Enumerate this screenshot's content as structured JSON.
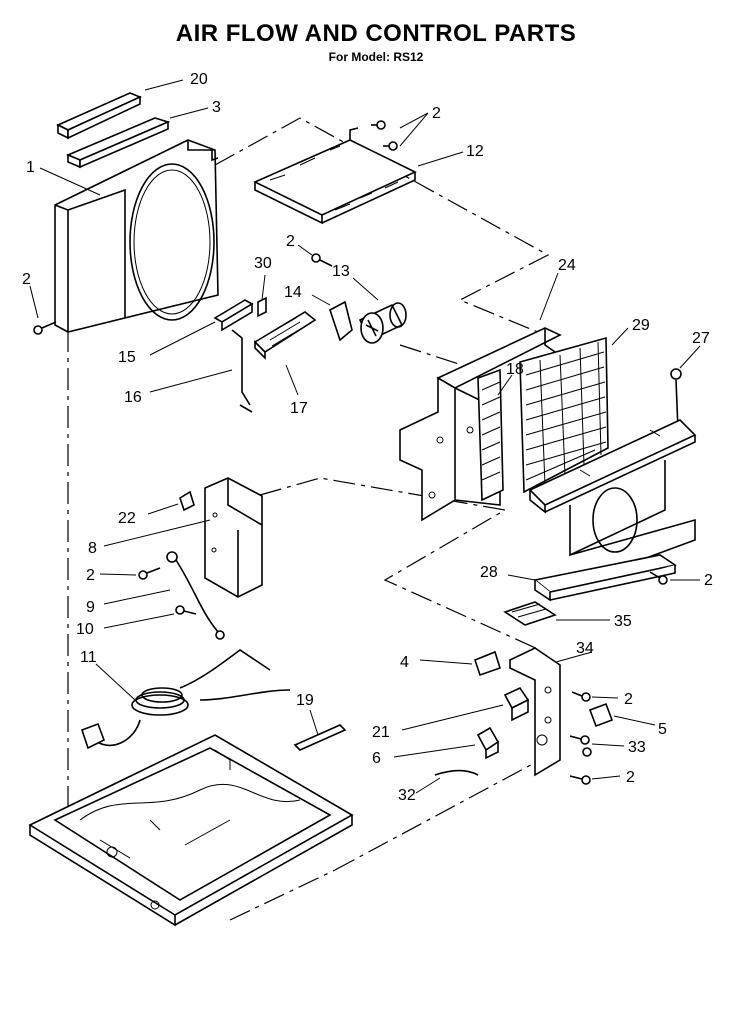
{
  "title": "AIR FLOW AND CONTROL PARTS",
  "subtitle": "For Model: RS12",
  "callouts": {
    "c20": "20",
    "c3": "3",
    "c1": "1",
    "c2_left": "2",
    "c2_top": "2",
    "c12": "12",
    "c2_mid": "2",
    "c30": "30",
    "c13": "13",
    "c14": "14",
    "c24": "24",
    "c29": "29",
    "c27": "27",
    "c15": "15",
    "c18": "18",
    "c16": "16",
    "c17": "17",
    "c22": "22",
    "c8": "8",
    "c2_b1": "2",
    "c9": "9",
    "c10": "10",
    "c11": "11",
    "c19": "19",
    "c28": "28",
    "c2_r1": "2",
    "c35": "35",
    "c4": "4",
    "c34": "34",
    "c2_r2": "2",
    "c5": "5",
    "c21": "21",
    "c33": "33",
    "c6": "6",
    "c2_r3": "2",
    "c32": "32"
  }
}
